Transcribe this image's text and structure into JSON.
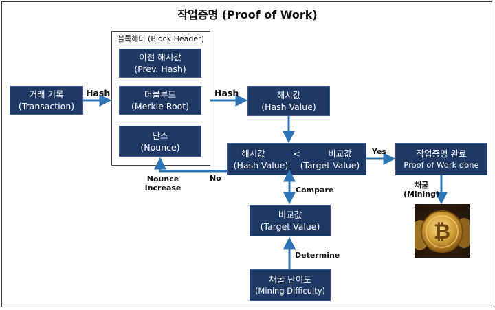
{
  "title": "작업증명 (Proof of Work)",
  "block_header": {
    "label": "블록헤더 (Block Header)",
    "items": [
      {
        "ko": "이전 해시값",
        "en": "(Prev. Hash)"
      },
      {
        "ko": "머클루트",
        "en": "(Merkle Root)"
      },
      {
        "ko": "난스",
        "en": "(Nounce)"
      }
    ]
  },
  "transaction": {
    "ko": "거래 기록",
    "en": "(Transaction)"
  },
  "hash_value": {
    "ko": "해시값",
    "en": "(Hash Value)"
  },
  "comparison": {
    "left_ko": "해시값",
    "op": "<",
    "right_ko": "비교값",
    "left_en": "(Hash Value)",
    "right_en": "(Target Value)"
  },
  "pow_done": {
    "ko": "작업증명 완료",
    "en": "Proof of Work done"
  },
  "target_value": {
    "ko": "비교값",
    "en": "(Target Value)"
  },
  "mining_difficulty": {
    "ko": "채굴 난이도",
    "en": "(Mining Difficulty)"
  },
  "labels": {
    "hash_1": "Hash",
    "hash_2": "Hash",
    "yes": "Yes",
    "no": "No",
    "nounce_line1": "Nounce",
    "nounce_line2": "Increase",
    "compare": "Compare",
    "determine": "Determine",
    "mining_ko": "채굴",
    "mining_en": "(Mining)"
  },
  "colors": {
    "box": "#1f3864",
    "arrow": "#2e75b6"
  },
  "icons": {
    "coin": "bitcoin-coin-image"
  }
}
